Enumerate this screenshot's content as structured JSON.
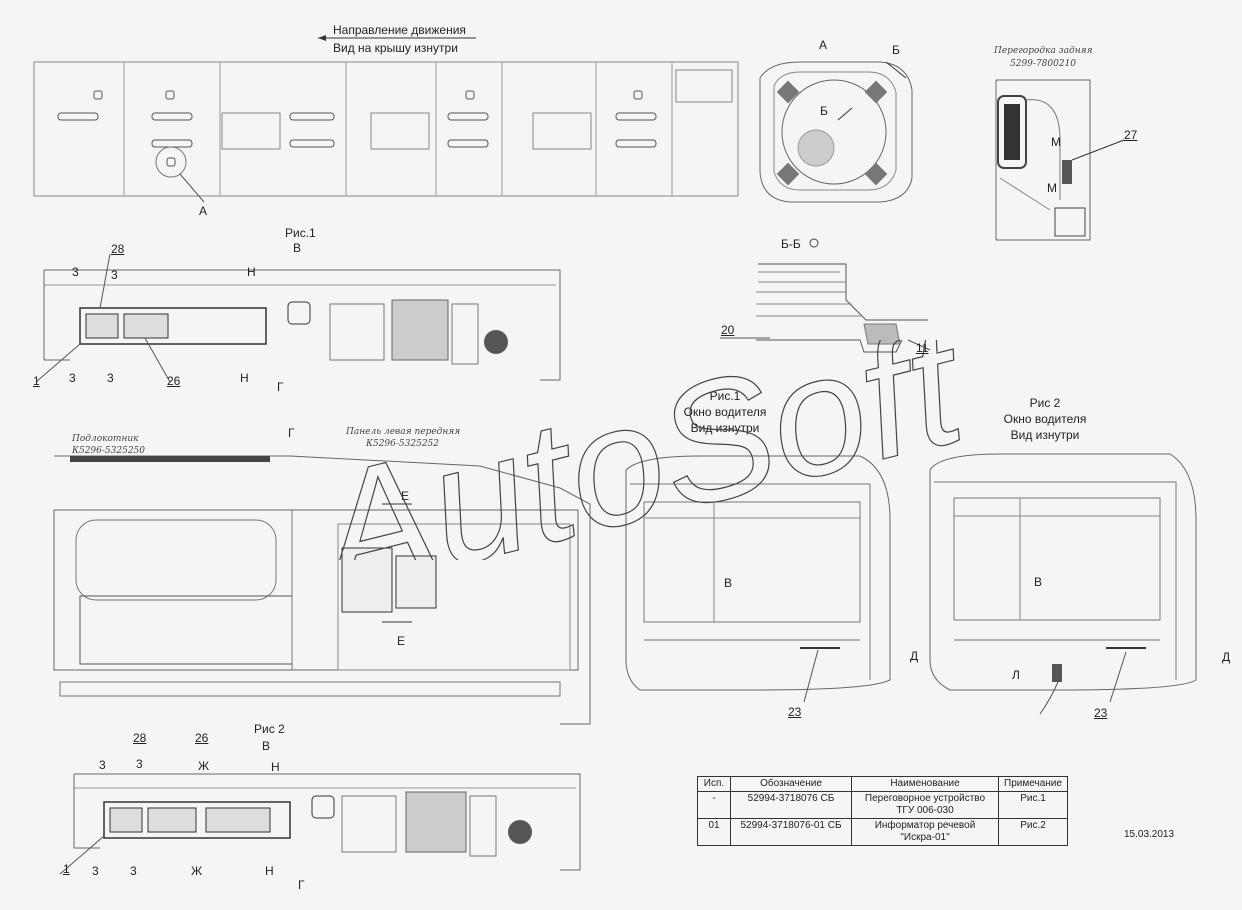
{
  "top_view": {
    "direction": "Направление движения",
    "view": "Вид на крышу изнутри",
    "callout": "А"
  },
  "detail_a": {
    "title": "А",
    "section_mark": "Б",
    "inner_mark": "Б"
  },
  "partition": {
    "label_line1": "Перегородка задняя",
    "label_line2": "5299-7800210",
    "part": "27",
    "mark1": "М",
    "mark2": "М"
  },
  "section_bb": {
    "title": "Б-Б",
    "part_left": "20",
    "part_right": "11"
  },
  "fig1_panel": {
    "title": "Рис.1",
    "view": "В",
    "part_top": "28",
    "part_left": "1",
    "part_bottom": "26",
    "marks": [
      "3",
      "3",
      "Н",
      "3",
      "3",
      "Н",
      "Г"
    ]
  },
  "middle_panel": {
    "title": "Г",
    "label1_line1": "Подлокотник",
    "label1_line2": "К5296-5325250",
    "label2_line1": "Панель левая передняя",
    "label2_line2": "К5296-5325252",
    "mark_top": "Е",
    "mark_bottom": "Е"
  },
  "fig2_panel": {
    "title": "Рис 2",
    "view": "В",
    "part_top1": "28",
    "part_top2": "26",
    "part_left": "1",
    "marks_top": [
      "3",
      "3",
      "Ж",
      "Н"
    ],
    "marks_bottom": [
      "3",
      "3",
      "Ж",
      "Н",
      "Г"
    ]
  },
  "window1": {
    "line1": "Рис.1",
    "line2": "Окно водителя",
    "line3": "Вид изнутри",
    "mark_v": "В",
    "mark_d": "Д",
    "part": "23"
  },
  "window2": {
    "line1": "Рис 2",
    "line2": "Окно водителя",
    "line3": "Вид изнутри",
    "mark_v": "В",
    "mark_d": "Д",
    "mark_l": "Л",
    "part": "23"
  },
  "spec_table": {
    "headers": [
      "Исп.",
      "Обозначение",
      "Наименование",
      "Примечание"
    ],
    "rows": [
      [
        "-",
        "52994-3718076 СБ",
        "Переговорное устройство ТГУ 006-030",
        "Рис.1"
      ],
      [
        "01",
        "52994-3718076-01 СБ",
        "Информатор речевой \"Искра-01\"",
        "Рис.2"
      ]
    ]
  },
  "date": "15.03.2013",
  "watermark": "AutoSoft"
}
